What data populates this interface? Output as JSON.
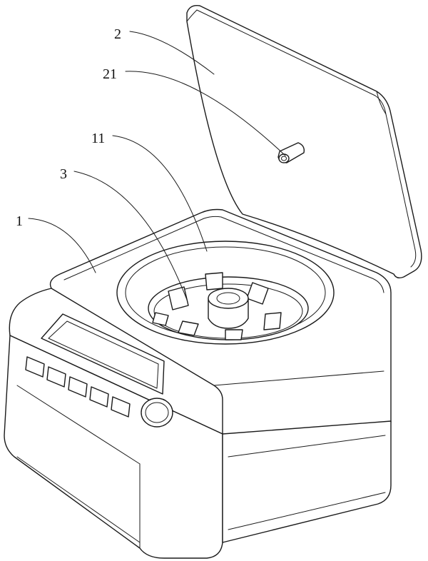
{
  "labels": {
    "lid": "2",
    "lid_pin": "21",
    "chamber": "11",
    "rotor": "3",
    "body": "1"
  }
}
